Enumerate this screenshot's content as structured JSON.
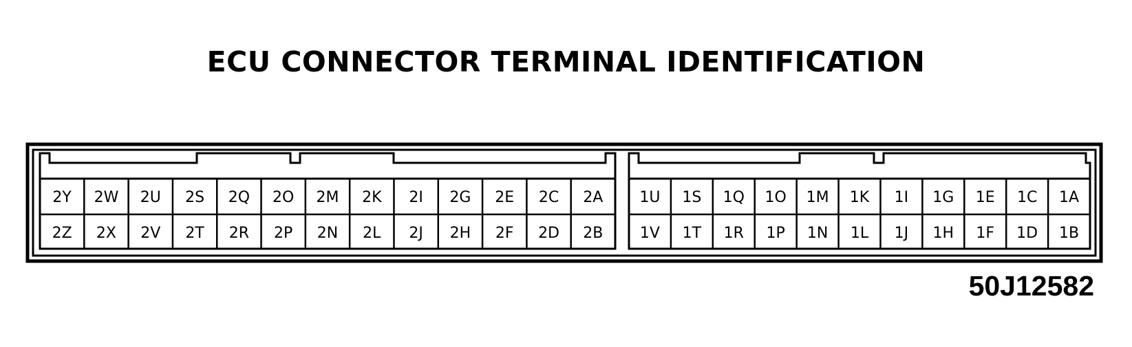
{
  "title": "ECU CONNECTOR TERMINAL IDENTIFICATION",
  "figure_code": "50J12582",
  "connectors": [
    {
      "id": "connector-2",
      "top_row": [
        "2Y",
        "2W",
        "2U",
        "2S",
        "2Q",
        "2O",
        "2M",
        "2K",
        "2I",
        "2G",
        "2E",
        "2C",
        "2A"
      ],
      "bottom_row": [
        "2Z",
        "2X",
        "2V",
        "2T",
        "2R",
        "2P",
        "2N",
        "2L",
        "2J",
        "2H",
        "2F",
        "2D",
        "2B"
      ]
    },
    {
      "id": "connector-1",
      "top_row": [
        "1U",
        "1S",
        "1Q",
        "1O",
        "1M",
        "1K",
        "1I",
        "1G",
        "1E",
        "1C",
        "1A"
      ],
      "bottom_row": [
        "1V",
        "1T",
        "1R",
        "1P",
        "1N",
        "1L",
        "1J",
        "1H",
        "1F",
        "1D",
        "1B"
      ]
    }
  ]
}
